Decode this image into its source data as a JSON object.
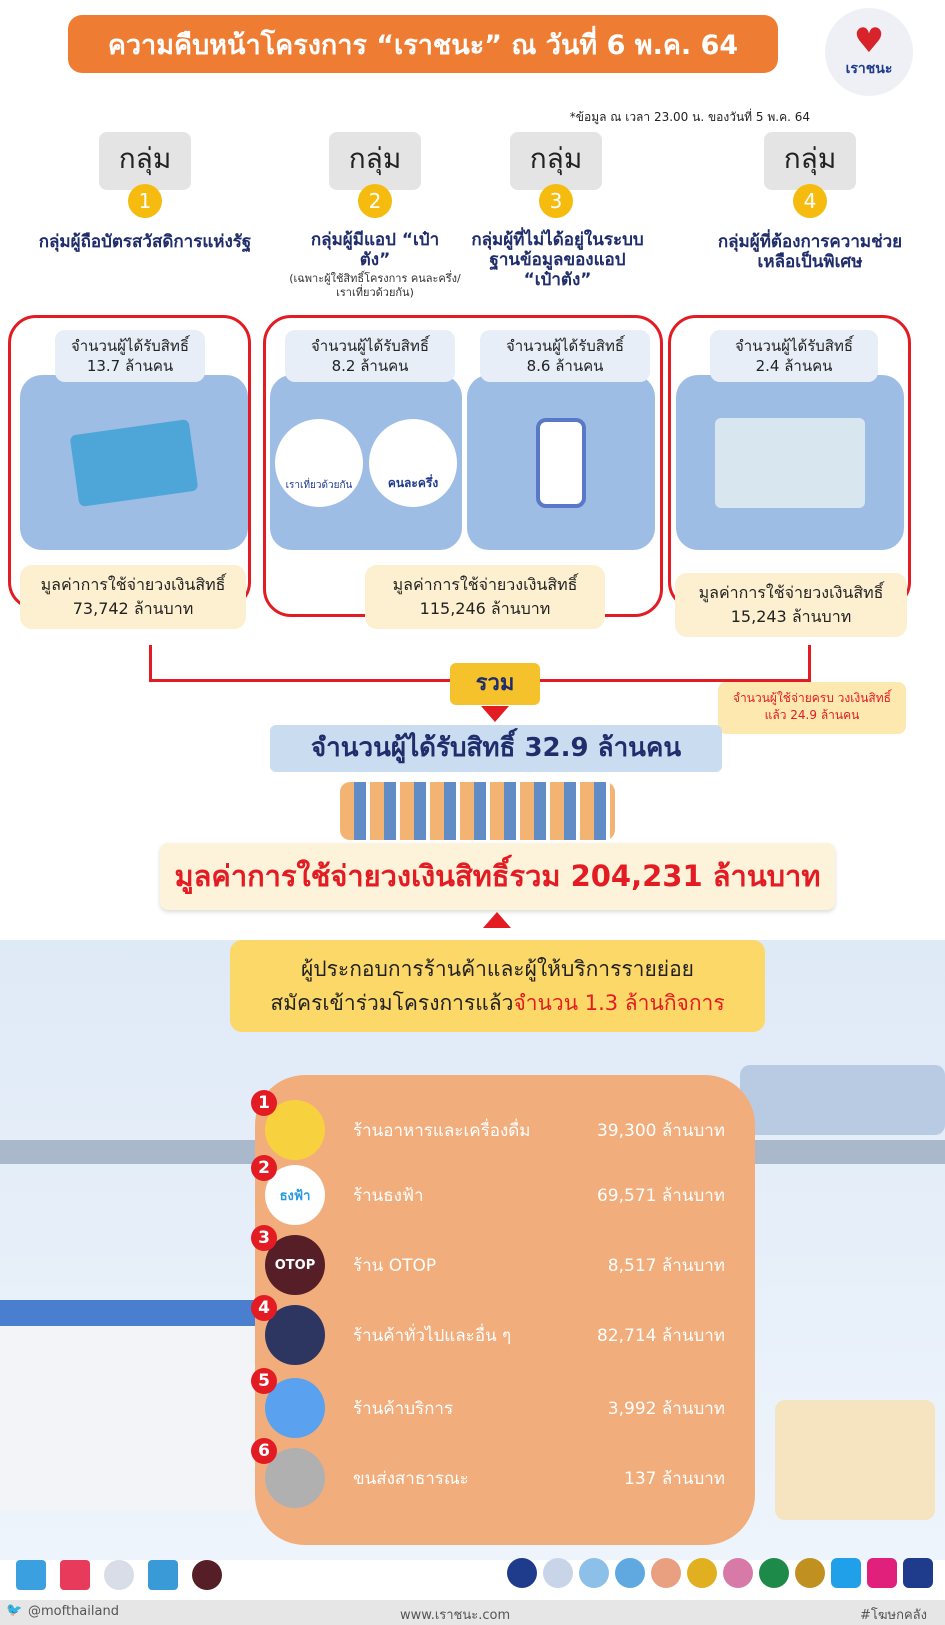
{
  "header": {
    "title": "ความคืบหน้าโครงการ “เราชนะ” ณ วันที่ 6 พ.ค. 64",
    "logo_text": "เราชนะ",
    "note": "*ข้อมูล ณ เวลา 23.00 น. ของวันที่ 5 พ.ค. 64"
  },
  "groups": [
    {
      "head": "กลุ่ม",
      "num": "1",
      "label": "กลุ่มผู้ถือบัตรสวัสดิการแห่งรัฐ"
    },
    {
      "head": "กลุ่ม",
      "num": "2",
      "label": "กลุ่มผู้มีแอป “เป๋าตัง”",
      "sub": "(เฉพาะผู้ใช้สิทธิ์โครงการ คนละครึ่ง/เราเที่ยวด้วยกัน)"
    },
    {
      "head": "กลุ่ม",
      "num": "3",
      "label": "กลุ่มผู้ที่ไม่ได้อยู่ในระบบฐานข้อมูลของแอป “เป๋าตัง”"
    },
    {
      "head": "กลุ่ม",
      "num": "4",
      "label": "กลุ่มผู้ที่ต้องการความช่วยเหลือเป็นพิเศษ"
    }
  ],
  "recipients_label": "จำนวนผู้ได้รับสิทธิ์",
  "recipients": [
    "13.7 ล้านคน",
    "8.2 ล้านคน",
    "8.6 ล้านคน",
    "2.4 ล้านคน"
  ],
  "spend_label": "มูลค่าการใช้จ่ายวงเงินสิทธิ์",
  "spend": [
    "73,742 ล้านบาท",
    "115,246 ล้านบาท",
    "15,243 ล้านบาท"
  ],
  "app_logos": [
    "เราเที่ยวด้วยกัน",
    "คนละครึ่ง"
  ],
  "total_label": "รวม",
  "callout": "จำนวนผู้ใช้จ่ายครบ วงเงินสิทธิ์แล้ว 24.9 ล้านคน",
  "total_recipients": "จำนวนผู้ได้รับสิทธิ์ 32.9 ล้านคน",
  "total_spend": "มูลค่าการใช้จ่ายวงเงินสิทธิ์รวม 204,231 ล้านบาท",
  "merchants": {
    "line1": "ผู้ประกอบการร้านค้าและผู้ให้บริการรายย่อย",
    "line2a": "สมัครเข้าร่วมโครงการแล้ว",
    "line2b": "จำนวน 1.3 ล้านกิจการ"
  },
  "shops": [
    {
      "num": "1",
      "name": "ร้านอาหารและเครื่องดื่ม",
      "value": "39,300 ล้านบาท",
      "color": "#f7d23e"
    },
    {
      "num": "2",
      "name": "ร้านธงฟ้า",
      "value": "69,571 ล้านบาท",
      "color": "#ffffff",
      "icon_text": "ธงฟ้า"
    },
    {
      "num": "3",
      "name": "ร้าน OTOP",
      "value": "8,517 ล้านบาท",
      "color": "#561e27",
      "icon_text": "OTOP"
    },
    {
      "num": "4",
      "name": "ร้านค้าทั่วไปและอื่น ๆ",
      "value": "82,714 ล้านบาท",
      "color": "#2d3561"
    },
    {
      "num": "5",
      "name": "ร้านค้าบริการ",
      "value": "3,992 ล้านบาท",
      "color": "#5aa2f0"
    },
    {
      "num": "6",
      "name": "ขนส่งสาธารณะ",
      "value": "137 ล้านบาท",
      "color": "#b0b0b0"
    }
  ],
  "footer": {
    "twitter": "@mofthailand",
    "website": "www.เราชนะ.com",
    "hashtag": "#โฆษกคลัง"
  }
}
